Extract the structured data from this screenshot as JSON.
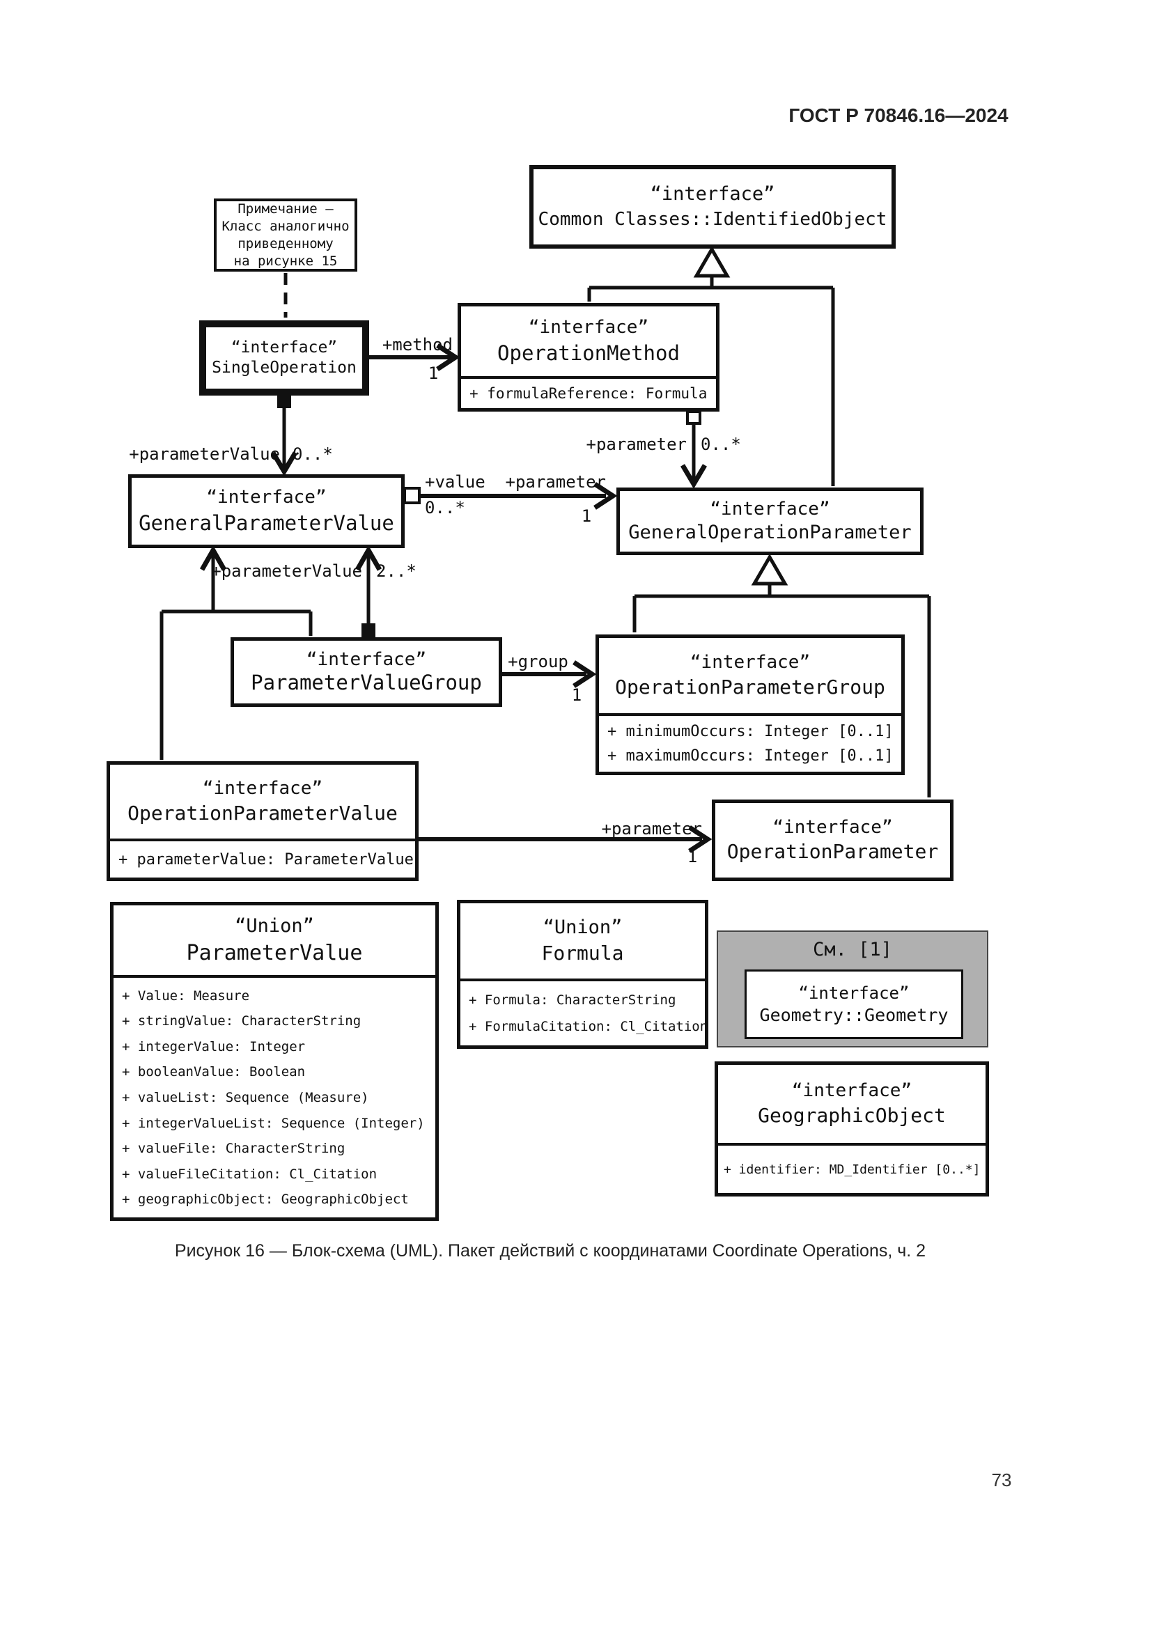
{
  "page": {
    "header": "ГОСТ Р 70846.16—2024",
    "caption": "Рисунок 16 — Блок-схема (UML). Пакет действий с координатами Coordinate Operations, ч. 2",
    "page_number": "73"
  },
  "note": {
    "line1": "Примечание —",
    "line2": "Класс аналогично",
    "line3": "приведенному",
    "line4": "на рисунке 15"
  },
  "boxes": {
    "identified_object": {
      "stereotype": "“interface”",
      "name": "Common Classes::IdentifiedObject"
    },
    "single_operation": {
      "stereotype": "“interface”",
      "name": "SingleOperation"
    },
    "operation_method": {
      "stereotype": "“interface”",
      "name": "OperationMethod",
      "attributes": [
        "+ formulaReference: Formula"
      ]
    },
    "general_parameter_value": {
      "stereotype": "“interface”",
      "name": "GeneralParameterValue"
    },
    "general_operation_parameter": {
      "stereotype": "“interface”",
      "name": "GeneralOperationParameter"
    },
    "parameter_value_group": {
      "stereotype": "“interface”",
      "name": "ParameterValueGroup"
    },
    "operation_parameter_group": {
      "stereotype": "“interface”",
      "name": "OperationParameterGroup",
      "attributes": [
        "+ minimumOccurs: Integer [0..1]",
        "+ maximumOccurs: Integer [0..1]"
      ]
    },
    "operation_parameter_value": {
      "stereotype": "“interface”",
      "name": "OperationParameterValue",
      "attributes": [
        "+ parameterValue: ParameterValue"
      ]
    },
    "operation_parameter": {
      "stereotype": "“interface”",
      "name": "OperationParameter"
    },
    "union_parameter_value": {
      "stereotype": "“Union”",
      "name": "ParameterValue",
      "attributes": [
        "+ Value: Measure",
        "+ stringValue: CharacterString",
        "+ integerValue: Integer",
        "+ booleanValue: Boolean",
        "+ valueList: Sequence (Measure)",
        "+ integerValueList: Sequence (Integer)",
        "+ valueFile: CharacterString",
        "+ valueFileCitation: Cl_Citation",
        "+ geographicObject: GeographicObject"
      ]
    },
    "union_formula": {
      "stereotype": "“Union”",
      "name": "Formula",
      "attributes": [
        "+ Formula: CharacterString",
        "+ FormulaCitation: Cl_Citation"
      ]
    },
    "geometry_note": {
      "label": "См. [1]",
      "stereotype": "“interface”",
      "name": "Geometry::Geometry"
    },
    "geographic_object": {
      "stereotype": "“interface”",
      "name": "GeographicObject",
      "attributes": [
        "+ identifier: MD_Identifier [0..*]"
      ]
    }
  },
  "associations": {
    "method": {
      "role": "+method",
      "mult": "1"
    },
    "single_op_parameter_value": {
      "role": "+parameterValue",
      "mult": "0..*"
    },
    "method_parameter": {
      "role": "+parameter",
      "mult": "0..*"
    },
    "value": {
      "role": "+value",
      "mult": "0..*"
    },
    "gpv_parameter": {
      "role": "+parameter",
      "mult": "1"
    },
    "group": {
      "role": "+group",
      "mult": "1"
    },
    "pvg_parameter_value": {
      "role": "+parameterValue",
      "mult": "2..*"
    },
    "opv_parameter": {
      "role": "+parameter",
      "mult": "1"
    }
  }
}
